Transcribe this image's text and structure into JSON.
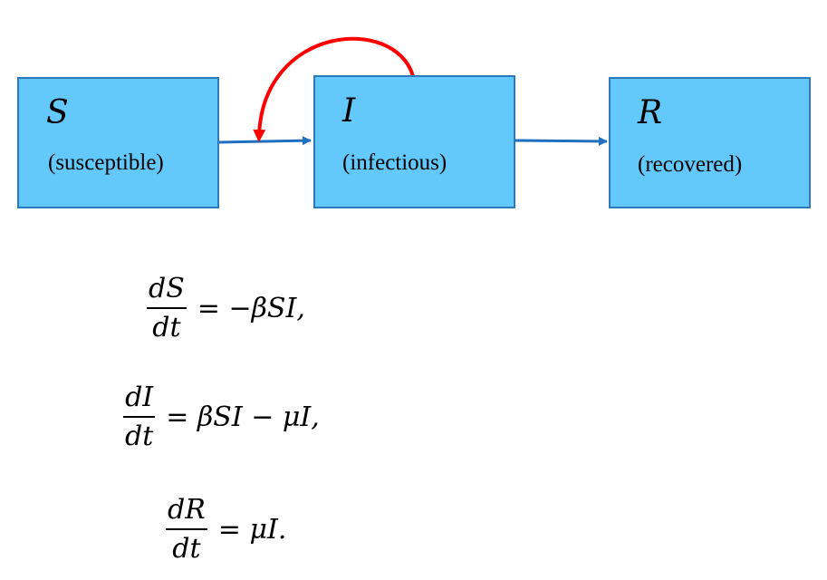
{
  "diagram": {
    "nodes": [
      {
        "id": "s",
        "symbol": "S",
        "label": "(susceptible)"
      },
      {
        "id": "i",
        "symbol": "I",
        "label": "(infectious)"
      },
      {
        "id": "r",
        "symbol": "R",
        "label": "(recovered)"
      }
    ],
    "edges": [
      {
        "from": "S",
        "to": "I",
        "color": "#1f70c1"
      },
      {
        "from": "I",
        "to": "R",
        "color": "#1f70c1"
      },
      {
        "from": "I",
        "to": "S-I edge",
        "color": "#ff0000"
      }
    ],
    "colors": {
      "box_fill": "#63c8fb",
      "box_border": "#2e78bd",
      "flow_arrow": "#1f70c1",
      "infection_arrow": "#ff0000"
    }
  },
  "equations": [
    {
      "num": "dS",
      "den": "dt",
      "rhs": "= −βSI,"
    },
    {
      "num": "dI",
      "den": "dt",
      "rhs": "= βSI − μI,"
    },
    {
      "num": "dR",
      "den": "dt",
      "rhs": "= μI."
    }
  ]
}
